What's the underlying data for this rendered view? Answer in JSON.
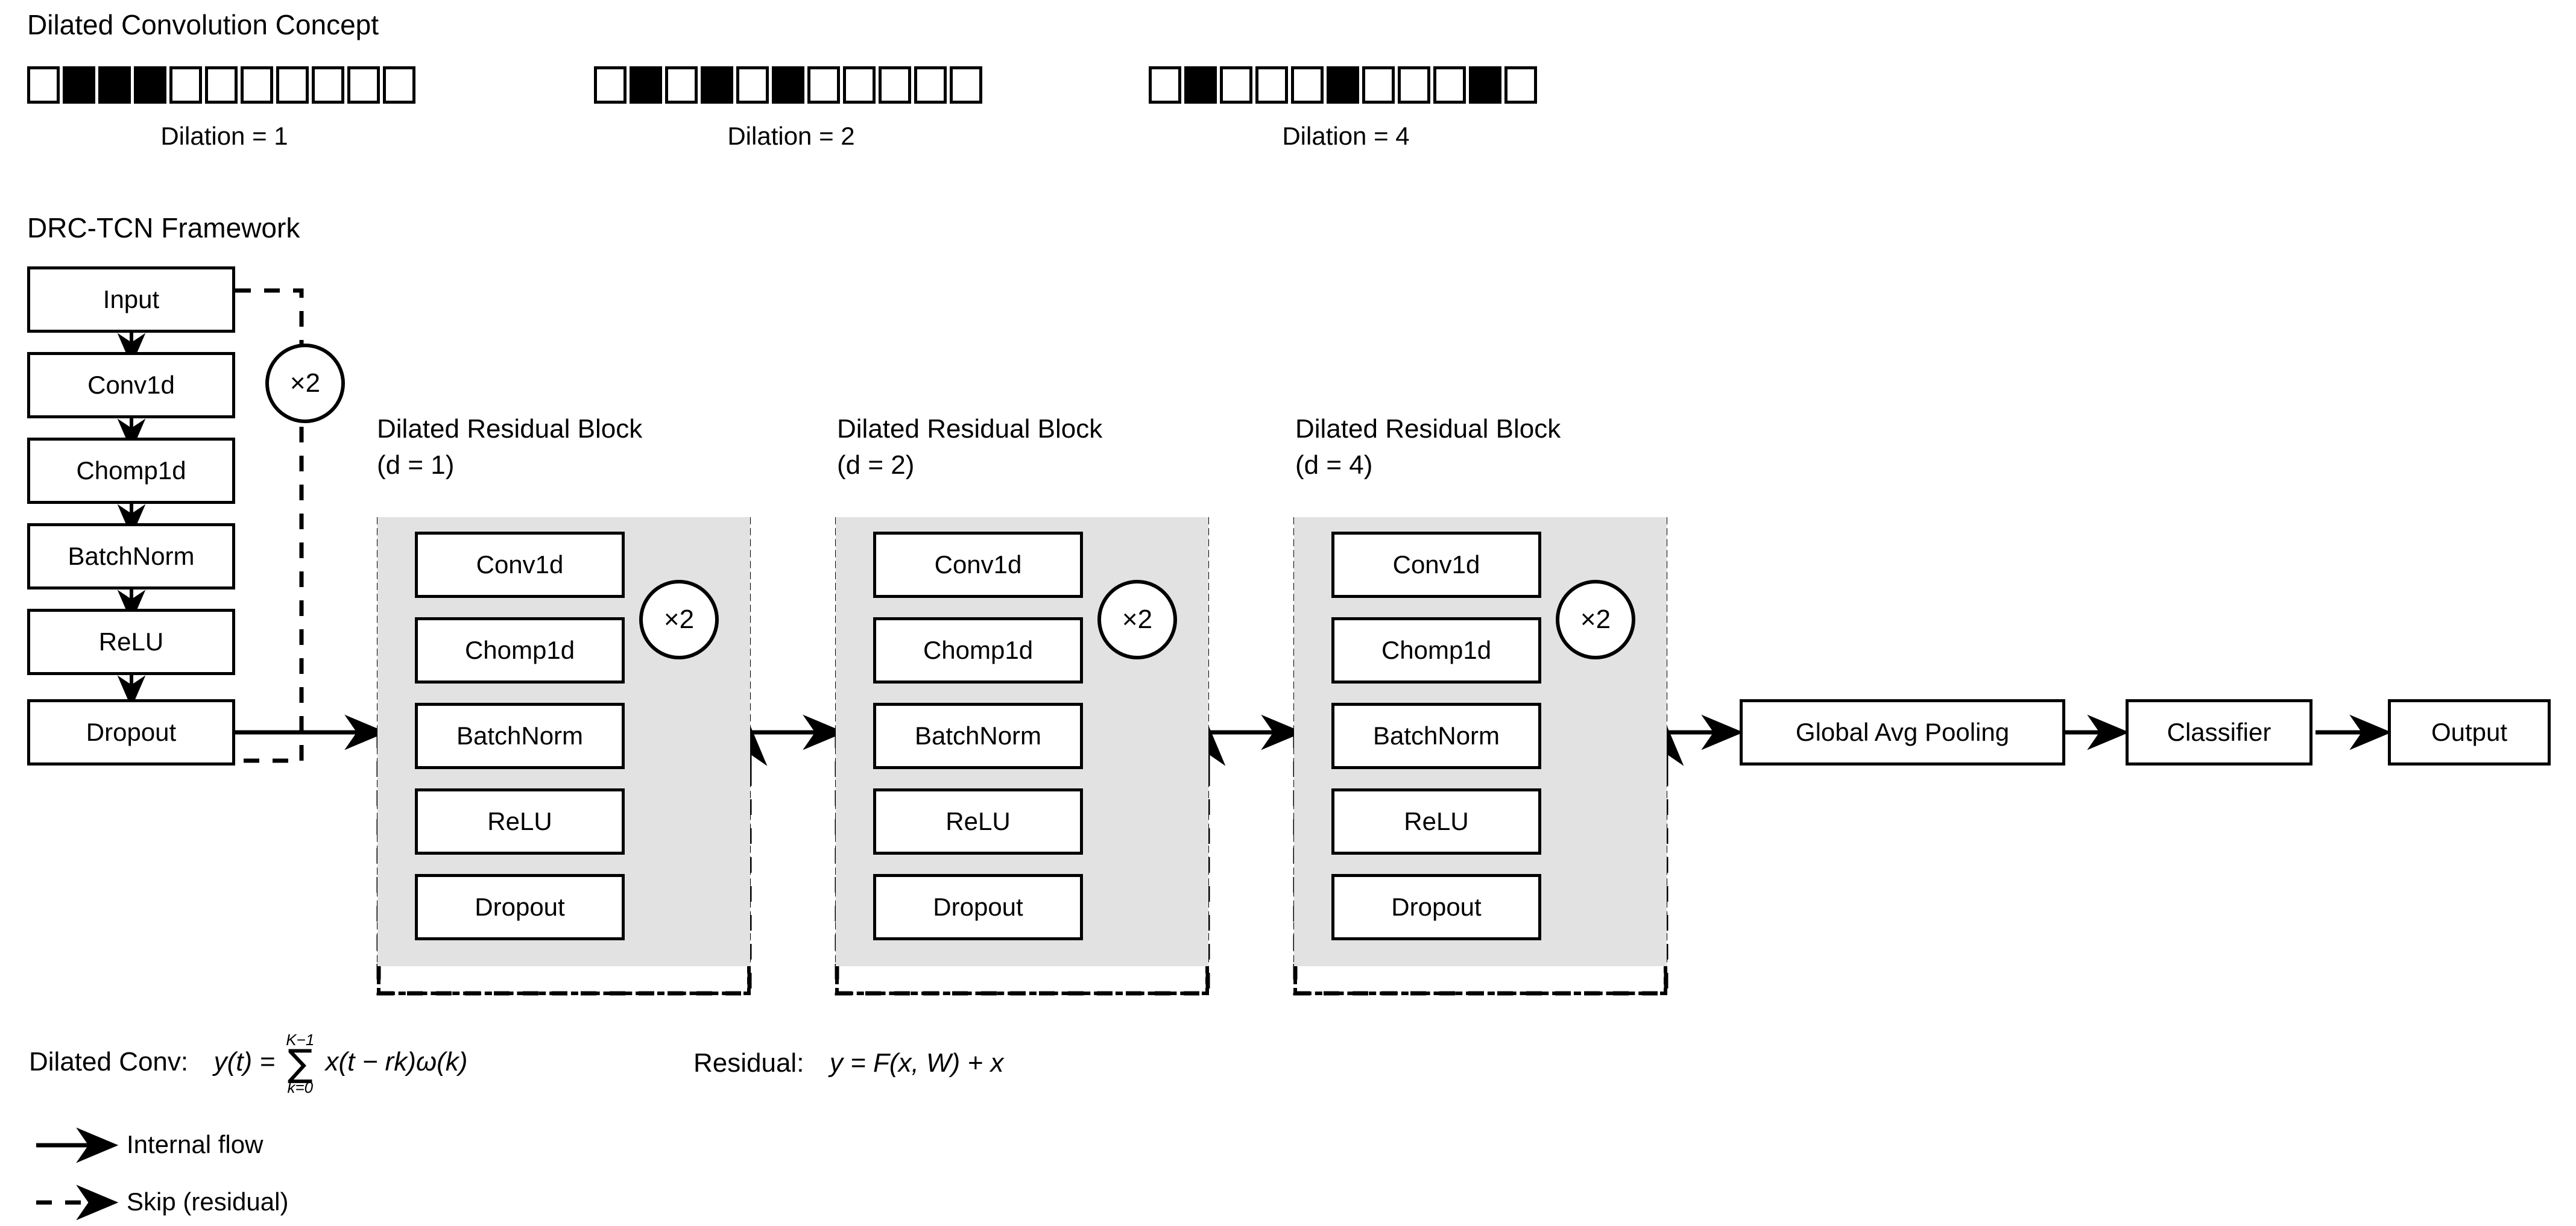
{
  "sections": {
    "dilation_title": "Dilated Convolution Concept",
    "framework_title": "DRC-TCN Framework"
  },
  "dilation_demo": {
    "cell_count": 11,
    "rows": [
      {
        "caption": "Dilation = 1",
        "filled_indices": [
          1,
          2,
          3
        ]
      },
      {
        "caption": "Dilation = 2",
        "filled_indices": [
          1,
          3,
          5
        ]
      },
      {
        "caption": "Dilation = 4",
        "filled_indices": [
          1,
          5,
          9
        ]
      }
    ]
  },
  "stem": {
    "nodes": [
      "Input",
      "Conv1d",
      "Chomp1d",
      "BatchNorm",
      "ReLU",
      "Dropout"
    ],
    "multiplier": "×2"
  },
  "residual_blocks": [
    {
      "title_line1": "Dilated Residual Block",
      "title_line2": "(d = 1)",
      "multiplier": "×2",
      "nodes": [
        "Conv1d",
        "Chomp1d",
        "BatchNorm",
        "ReLU",
        "Dropout"
      ]
    },
    {
      "title_line1": "Dilated Residual Block",
      "title_line2": "(d = 2)",
      "multiplier": "×2",
      "nodes": [
        "Conv1d",
        "Chomp1d",
        "BatchNorm",
        "ReLU",
        "Dropout"
      ]
    },
    {
      "title_line1": "Dilated Residual Block",
      "title_line2": "(d = 4)",
      "multiplier": "×2",
      "nodes": [
        "Conv1d",
        "Chomp1d",
        "BatchNorm",
        "ReLU",
        "Dropout"
      ]
    }
  ],
  "tail": {
    "nodes": [
      "Global Avg Pooling",
      "Classifier",
      "Output"
    ]
  },
  "formulas": {
    "dilated_conv_label": "Dilated Conv:",
    "dilated_conv_lhs": "y(t) =",
    "sum_upper": "K−1",
    "sum_glyph": "∑",
    "sum_lower": "k=0",
    "dilated_conv_rhs": "x(t − rk)ω(k)",
    "residual_label": "Residual:",
    "residual_expr": "y = F(x, W) + x"
  },
  "legend": {
    "items": [
      {
        "label": "Internal flow",
        "style": "solid-arrow"
      },
      {
        "label": "Skip (residual)",
        "style": "dashed-arrow"
      }
    ]
  },
  "colors": {
    "stroke": "#000000",
    "block_fill": "#e2e2e2",
    "node_fill": "#ffffff",
    "page_bg": "#ffffff"
  }
}
